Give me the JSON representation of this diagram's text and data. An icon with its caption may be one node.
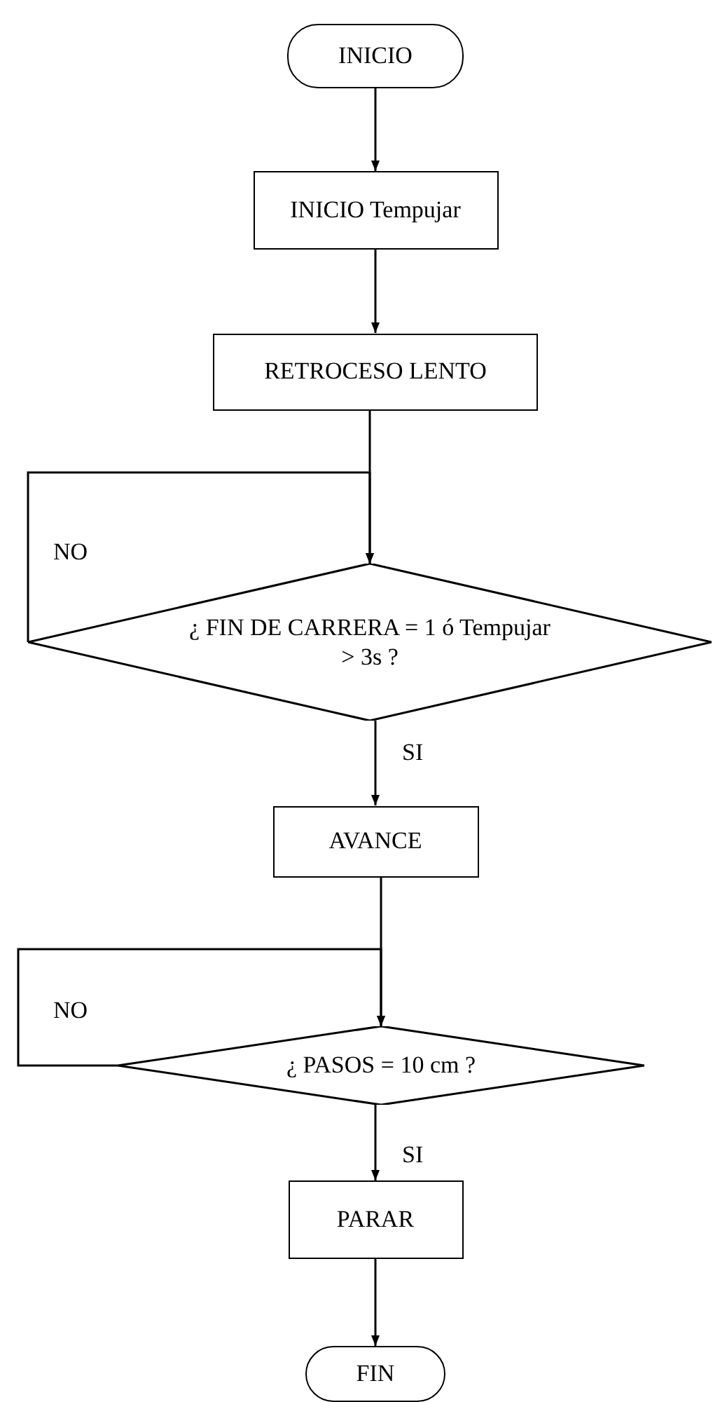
{
  "diagram": {
    "nodes": [
      {
        "text": [
          "INICIO"
        ]
      },
      {
        "text": [
          "INICIO Tempujar"
        ]
      },
      {
        "text": [
          "RETROCESO LENTO"
        ]
      },
      {
        "text": [
          "¿ FIN DE CARRERA = 1 ó Tempujar > 3s ?"
        ]
      },
      {
        "text": [
          "AVANCE"
        ]
      },
      {
        "text": [
          "¿ PASOS = 10 cm ?"
        ]
      },
      {
        "text": [
          "PARAR"
        ]
      },
      {
        "text": [
          "FIN"
        ]
      }
    ],
    "edges": [
      {
        "from": 0,
        "to": 1,
        "arrow": "to"
      },
      {
        "from": 1,
        "to": 2,
        "arrow": "to"
      },
      {
        "from": 2,
        "to": 3,
        "arrow": "to"
      },
      {
        "from": 3,
        "to": 3,
        "label": "NO",
        "arrow": "to"
      },
      {
        "from": 3,
        "to": 4,
        "label": "SI",
        "arrow": "to"
      },
      {
        "from": 4,
        "to": 5,
        "arrow": "to"
      },
      {
        "from": 5,
        "to": 5,
        "label": "NO",
        "arrow": "to"
      },
      {
        "from": 5,
        "to": 6,
        "label": "SI",
        "arrow": "to"
      },
      {
        "from": 6,
        "to": 7,
        "arrow": "to"
      }
    ]
  }
}
